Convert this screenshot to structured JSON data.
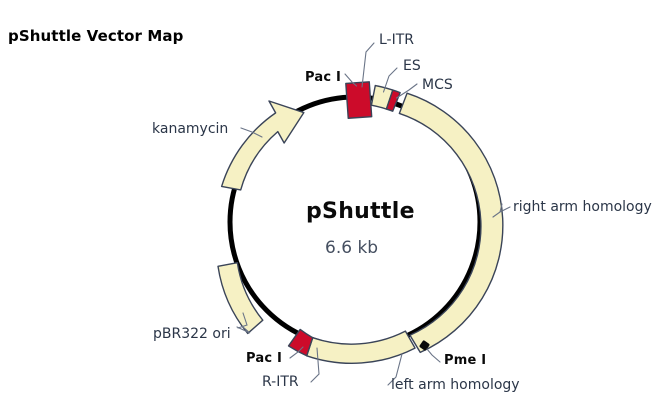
{
  "title": "pShuttle Vector Map",
  "plasmid": {
    "name": "pShuttle",
    "size": "6.6 kb"
  },
  "colors": {
    "backbone": "#000000",
    "feature_fill": "#F6F1C4",
    "feature_stroke": "#3a4458",
    "site_red": "#CC0B2A",
    "label_text": "#2b3648",
    "site_label_text": "#0a0a0a",
    "background": "#ffffff"
  },
  "features": [
    {
      "id": "kanamycin",
      "label": "kanamycin",
      "type": "arrow",
      "fill": "#F6F1C4",
      "bold": false
    },
    {
      "id": "pbr322-ori",
      "label": "pBR322 ori",
      "type": "band",
      "fill": "#F6F1C4",
      "bold": false
    },
    {
      "id": "right-arm-homology",
      "label": "right arm homology",
      "type": "band",
      "fill": "#F6F1C4",
      "bold": false
    },
    {
      "id": "left-arm-homology",
      "label": "left arm homology",
      "type": "band",
      "fill": "#F6F1C4",
      "bold": false
    },
    {
      "id": "es",
      "label": "ES",
      "type": "band",
      "fill": "#F6F1C4",
      "bold": false
    },
    {
      "id": "mcs",
      "label": "MCS",
      "type": "band",
      "fill": "#CC0B2A",
      "bold": false
    },
    {
      "id": "l-itr",
      "label": "L-ITR",
      "type": "band",
      "fill": "#CC0B2A",
      "bold": false
    },
    {
      "id": "r-itr",
      "label": "R-ITR",
      "type": "band",
      "fill": "#CC0B2A",
      "bold": false
    }
  ],
  "sites": [
    {
      "id": "pac-i-top",
      "label": "Pac I",
      "bold": true
    },
    {
      "id": "pac-i-bottom",
      "label": "Pac I",
      "bold": true
    },
    {
      "id": "pme-i",
      "label": "Pme I",
      "bold": true
    }
  ],
  "labels": {
    "pac_i_top": "Pac I",
    "l_itr": "L-ITR",
    "es": "ES",
    "mcs": "MCS",
    "right_arm": "right arm homology",
    "left_arm": "left arm homology",
    "pme_i": "Pme I",
    "r_itr": "R-ITR",
    "pac_i_bottom": "Pac I",
    "pbr322_ori": "pBR322 ori",
    "kanamycin": "kanamycin"
  }
}
